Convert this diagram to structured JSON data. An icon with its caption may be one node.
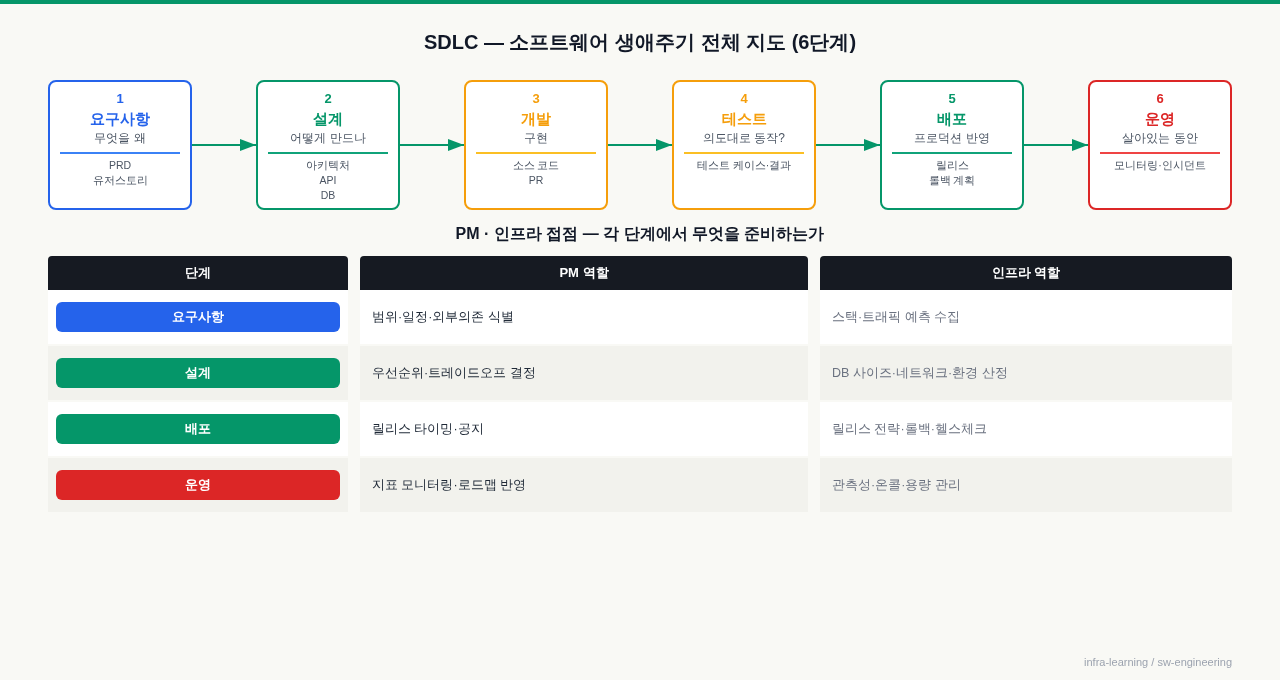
{
  "diagram": {
    "title": "SDLC — 소프트웨어 생애주기 전체 지도 (6단계)",
    "nodes": [
      {
        "text": [
          "1",
          "요구사항",
          "무엇을 왜",
          "PRD",
          "유저스토리"
        ]
      },
      {
        "text": [
          "2",
          "설계",
          "어떻게 만드나",
          "아키텍처",
          "API",
          "DB"
        ]
      },
      {
        "text": [
          "3",
          "개발",
          "구현",
          "소스 코드",
          "PR"
        ]
      },
      {
        "text": [
          "4",
          "테스트",
          "의도대로 동작?",
          "테스트 케이스·결과"
        ]
      },
      {
        "text": [
          "5",
          "배포",
          "프로덕션 반영",
          "릴리스",
          "롤백 계획"
        ]
      },
      {
        "text": [
          "6",
          "운영",
          "살아있는 동안",
          "모니터링·인시던트"
        ]
      }
    ],
    "edges": [
      {
        "from": 0,
        "to": 1,
        "arrow": "to"
      },
      {
        "from": 1,
        "to": 2,
        "arrow": "to"
      },
      {
        "from": 2,
        "to": 3,
        "arrow": "to"
      },
      {
        "from": 3,
        "to": 4,
        "arrow": "to"
      },
      {
        "from": 4,
        "to": 5,
        "arrow": "to"
      }
    ],
    "labels": [
      "PM · 인프라 접점 — 각 단계에서 무엇을 준비하는가",
      "단계",
      "PM 역할",
      "인프라 역할",
      "요구사항",
      "범위·일정·외부의존 식별",
      "스택·트래픽 예측 수집",
      "설계",
      "우선순위·트레이드오프 결정",
      "DB 사이즈·네트워크·환경 산정",
      "배포",
      "릴리스 타이밍·공지",
      "릴리스 전략·롤백·헬스체크",
      "운영",
      "지표 모니터링·로드맵 반영",
      "관측성·온콜·용량 관리",
      "infra-learning / sw-engineering"
    ]
  }
}
